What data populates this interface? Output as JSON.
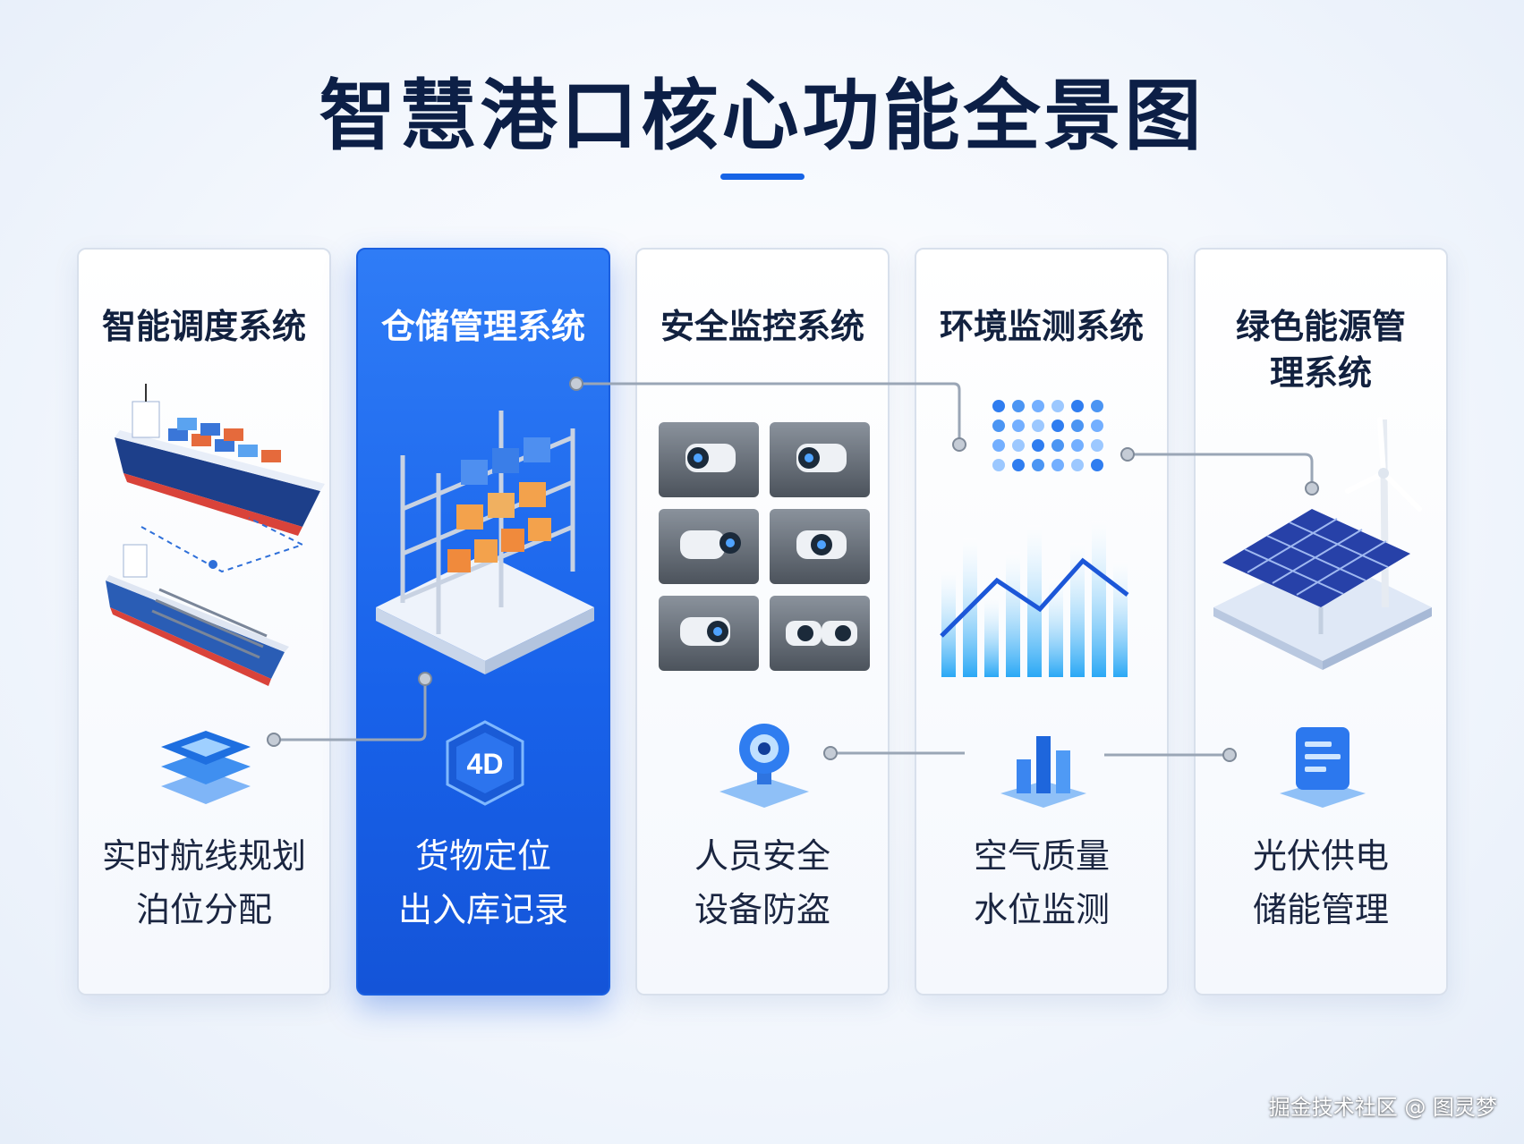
{
  "title": "智慧港口核心功能全景图",
  "colors": {
    "accent": "#1764e6",
    "title": "#0c1f46",
    "active_card": "#1f6cf0"
  },
  "cards": [
    {
      "title": "智能调度系统",
      "features": [
        "实时航线规划",
        "泊位分配"
      ],
      "active": false,
      "icon": "layers-icon",
      "illustration": "cargo-ships-illustration"
    },
    {
      "title": "仓储管理系统",
      "features": [
        "货物定位",
        "出入库记录"
      ],
      "active": true,
      "icon": "4d-hexagon-icon",
      "icon_text": "4D",
      "illustration": "warehouse-shelves-illustration"
    },
    {
      "title": "安全监控系统",
      "features": [
        "人员安全",
        "设备防盗"
      ],
      "active": false,
      "icon": "webcam-icon",
      "illustration": "security-cameras-grid"
    },
    {
      "title": "环境监测系统",
      "features": [
        "空气质量",
        "水位监测"
      ],
      "active": false,
      "icon": "bar-chart-icon",
      "illustration": "sensor-chart-illustration"
    },
    {
      "title": "绿色能源管理系统",
      "features": [
        "光伏供电",
        "储能管理"
      ],
      "active": false,
      "icon": "document-icon",
      "illustration": "solar-wind-illustration"
    }
  ],
  "watermark": "掘金技术社区 @ 图灵梦"
}
